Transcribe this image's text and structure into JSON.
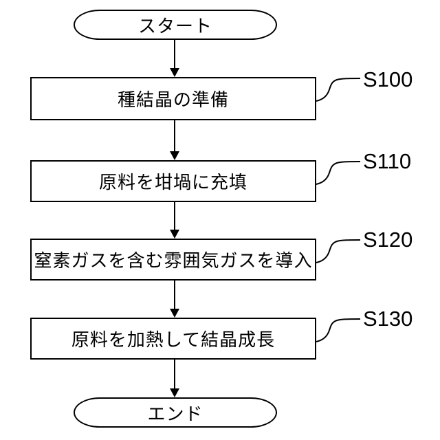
{
  "diagram": {
    "type": "flowchart",
    "direction": "top-down",
    "colors": {
      "stroke": "#000000",
      "background": "#ffffff",
      "text": "#000000"
    },
    "nodes": [
      {
        "id": "start",
        "shape": "terminal",
        "label": "スタート"
      },
      {
        "id": "step-1",
        "shape": "process",
        "label": "種結晶の準備",
        "step_ref": "S100"
      },
      {
        "id": "step-2",
        "shape": "process",
        "label": "原料を坩堝に充填",
        "step_ref": "S110"
      },
      {
        "id": "step-3",
        "shape": "process",
        "label": "窒素ガスを含む雰囲気ガスを導入",
        "step_ref": "S120"
      },
      {
        "id": "step-4",
        "shape": "process",
        "label": "原料を加熱して結晶成長",
        "step_ref": "S130"
      },
      {
        "id": "end",
        "shape": "terminal",
        "label": "エンド"
      }
    ],
    "edges": [
      {
        "from": "start",
        "to": "step-1"
      },
      {
        "from": "step-1",
        "to": "step-2"
      },
      {
        "from": "step-2",
        "to": "step-3"
      },
      {
        "from": "step-3",
        "to": "step-4"
      },
      {
        "from": "step-4",
        "to": "end"
      }
    ]
  }
}
